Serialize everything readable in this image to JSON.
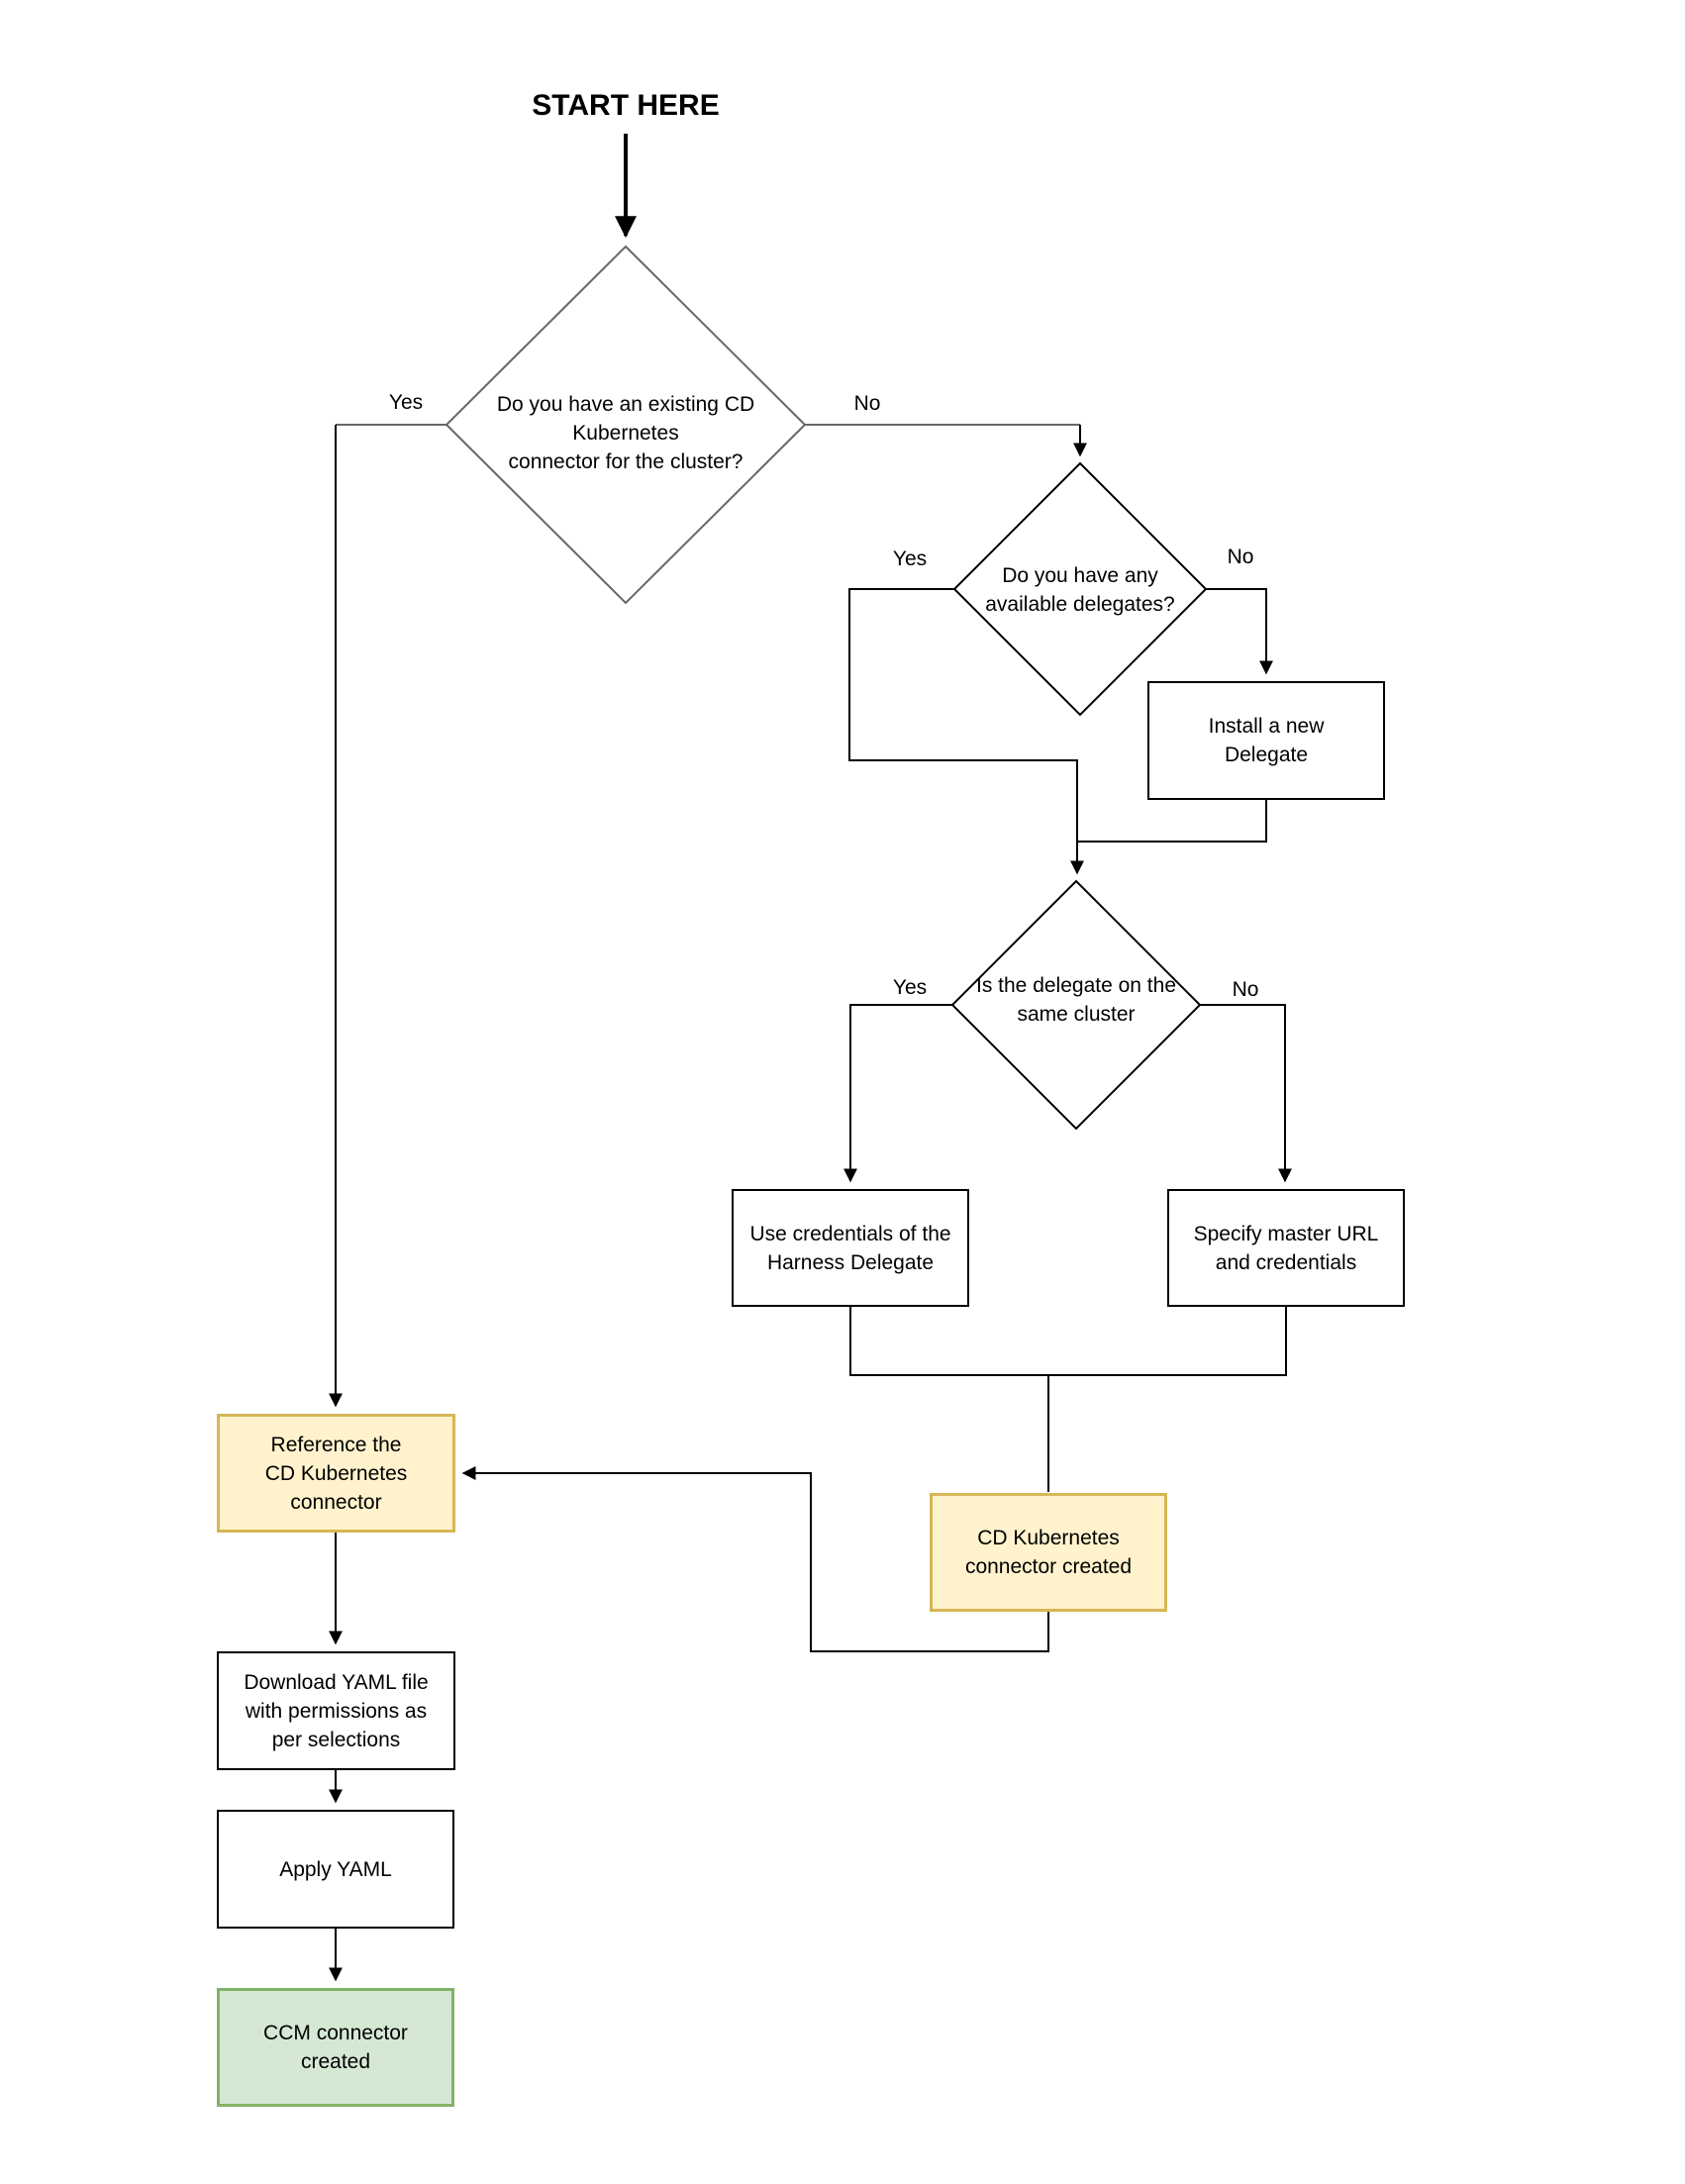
{
  "title": "START HERE",
  "colors": {
    "line": "#000000",
    "diamond1_stroke": "#666666",
    "box_stroke": "#000000",
    "box_fill": "#ffffff",
    "yellow_fill": "#fff2cc",
    "yellow_stroke": "#d6b656",
    "green_fill": "#d5e8d4",
    "green_stroke": "#82b366",
    "text": "#000000"
  },
  "nodes": {
    "d1": {
      "text": "Do you have an existing CD\nKubernetes\nconnector for the cluster?"
    },
    "d2": {
      "text": "Do you have any\navailable delegates?"
    },
    "d3": {
      "text": "Is the delegate on the\nsame cluster"
    },
    "install": {
      "text": "Install a new\nDelegate"
    },
    "use_creds": {
      "text": "Use credentials of the\nHarness Delegate"
    },
    "specify": {
      "text": "Specify master URL\nand credentials"
    },
    "cdk_created": {
      "text": "CD Kubernetes\nconnector created"
    },
    "reference": {
      "text": "Reference the\nCD Kubernetes\nconnector"
    },
    "download": {
      "text": "Download YAML file\nwith permissions as\nper selections"
    },
    "apply": {
      "text": "Apply YAML"
    },
    "ccm_created": {
      "text": "CCM connector\ncreated"
    }
  },
  "edge_labels": {
    "d1_yes": "Yes",
    "d1_no": "No",
    "d2_yes": "Yes",
    "d2_no": "No",
    "d3_yes": "Yes",
    "d3_no": "No"
  }
}
